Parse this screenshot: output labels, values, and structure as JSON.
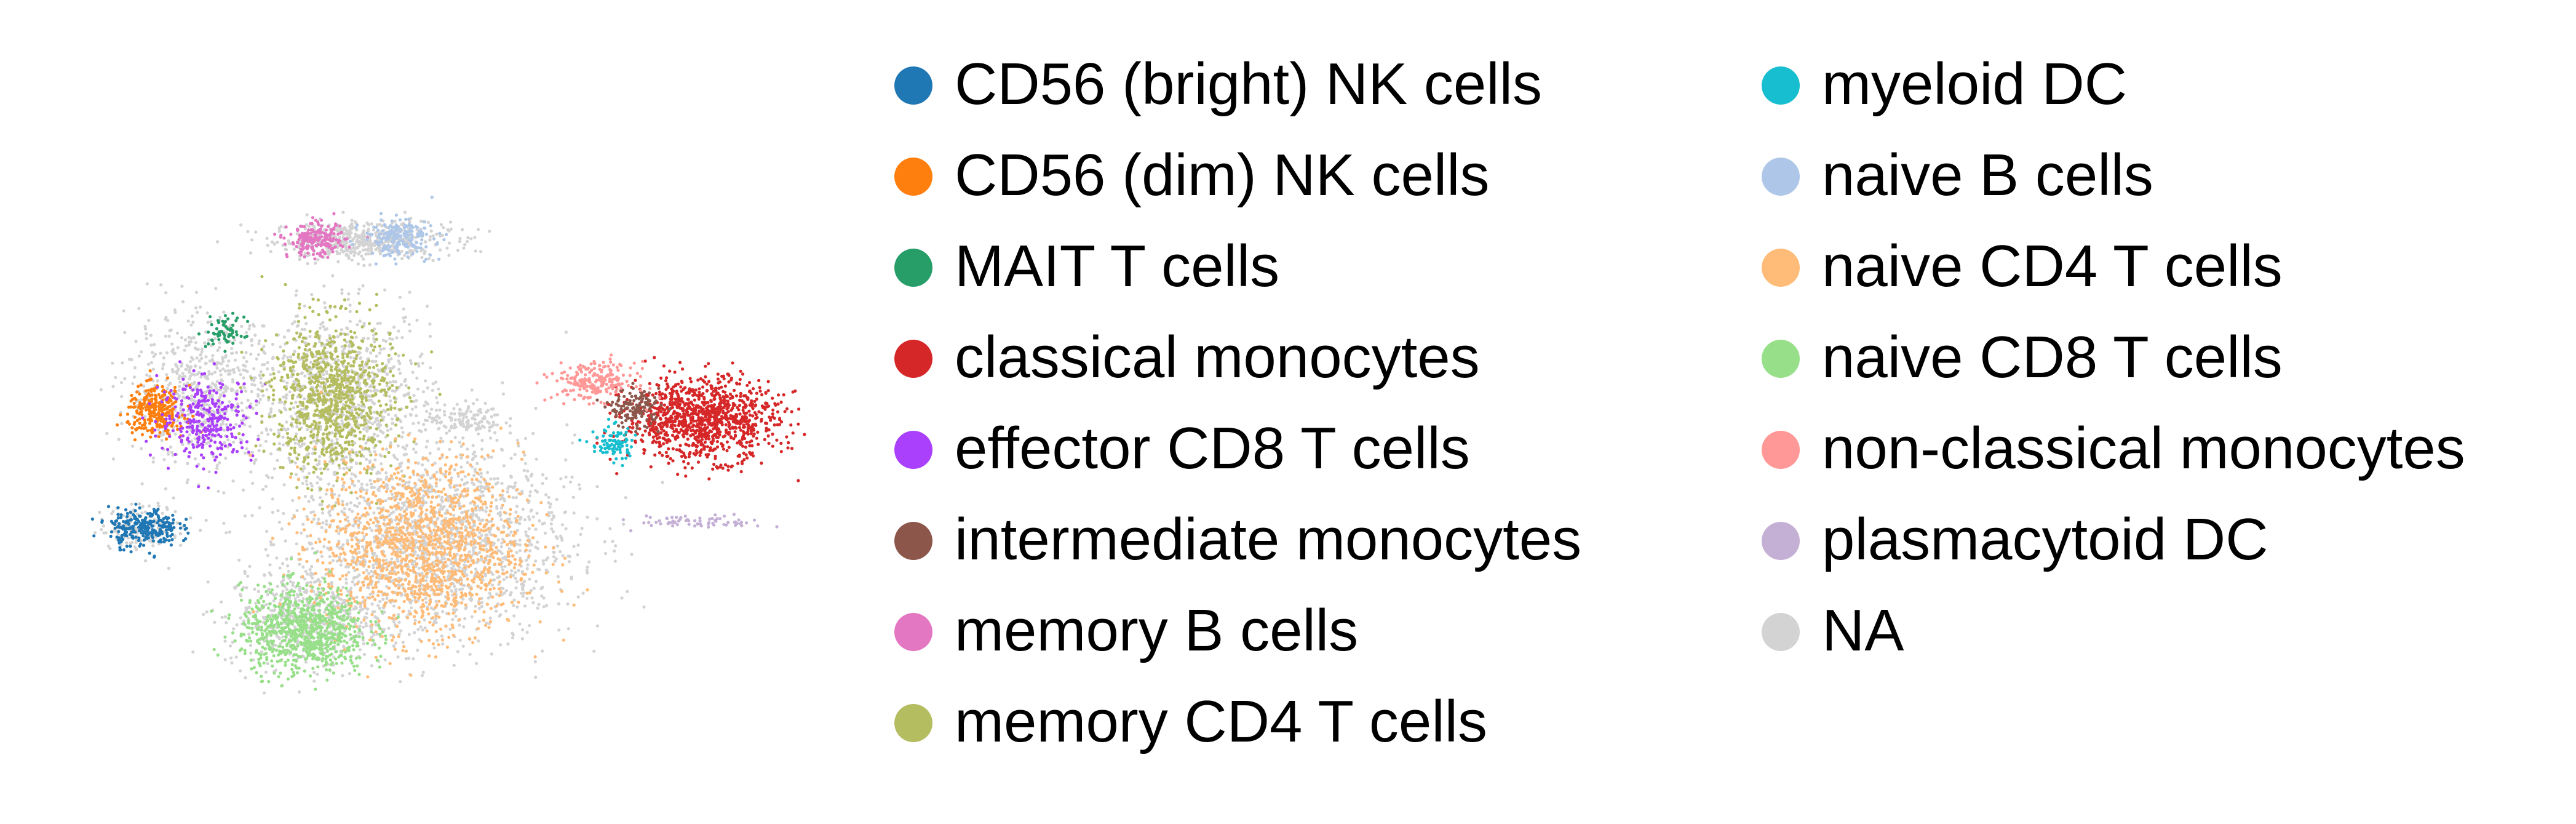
{
  "chart_data": {
    "type": "scatter",
    "title": "",
    "xlabel": "",
    "ylabel": "",
    "axes_visible": false,
    "grid": false,
    "legend_placement": "right",
    "legend_columns": 2,
    "x_range": [
      -12,
      12
    ],
    "y_range": [
      -10,
      10
    ],
    "series": [
      {
        "name": "CD56 (bright) NK cells",
        "color": "#1f77b4",
        "cx": -9.4,
        "cy": -3.8,
        "sx": 0.55,
        "sy": 0.35,
        "n": 260
      },
      {
        "name": "CD56 (dim) NK cells",
        "color": "#ff7f0e",
        "cx": -9.0,
        "cy": 0.5,
        "sx": 0.45,
        "sy": 0.45,
        "n": 280
      },
      {
        "name": "MAIT T cells",
        "color": "#279e68",
        "cx": -6.8,
        "cy": 3.4,
        "sx": 0.3,
        "sy": 0.3,
        "n": 60
      },
      {
        "name": "classical monocytes",
        "color": "#d62728",
        "cx": 8.3,
        "cy": 0.2,
        "sx": 1.2,
        "sy": 0.75,
        "n": 1100
      },
      {
        "name": "effector CD8 T cells",
        "color": "#aa40fc",
        "cx": -7.4,
        "cy": 0.2,
        "sx": 0.75,
        "sy": 0.75,
        "n": 300
      },
      {
        "name": "intermediate monocytes",
        "color": "#8c564b",
        "cx": 6.2,
        "cy": 0.6,
        "sx": 0.4,
        "sy": 0.35,
        "n": 150
      },
      {
        "name": "memory B cells",
        "color": "#e377c2",
        "cx": -3.9,
        "cy": 6.8,
        "sx": 0.45,
        "sy": 0.3,
        "n": 200
      },
      {
        "name": "memory CD4 T cells",
        "color": "#b5bd61",
        "cx": -3.4,
        "cy": 1.0,
        "sx": 0.95,
        "sy": 1.4,
        "n": 900
      },
      {
        "name": "myeloid DC",
        "color": "#17becf",
        "cx": 5.5,
        "cy": -0.7,
        "sx": 0.35,
        "sy": 0.35,
        "n": 90
      },
      {
        "name": "naive B cells",
        "color": "#aec7e8",
        "cx": -1.3,
        "cy": 6.9,
        "sx": 0.55,
        "sy": 0.35,
        "n": 200
      },
      {
        "name": "naive CD4 T cells",
        "color": "#ffbb78",
        "cx": -0.6,
        "cy": -4.5,
        "sx": 1.6,
        "sy": 1.6,
        "n": 1400
      },
      {
        "name": "naive CD8 T cells",
        "color": "#98df8a",
        "cx": -4.3,
        "cy": -7.6,
        "sx": 1.0,
        "sy": 0.8,
        "n": 800
      },
      {
        "name": "non-classical monocytes",
        "color": "#ff9896",
        "cx": 4.9,
        "cy": 1.6,
        "sx": 0.65,
        "sy": 0.35,
        "n": 220
      },
      {
        "name": "plasmacytoid DC",
        "color": "#c5b0d5",
        "cx": 8.3,
        "cy": -3.6,
        "sx": 1.0,
        "sy": 0.12,
        "n": 70
      },
      {
        "name": "NA",
        "color": "#d3d3d3",
        "cx": -2.0,
        "cy": -2.0,
        "sx": 3.0,
        "sy": 3.0,
        "n": 5000
      }
    ]
  }
}
